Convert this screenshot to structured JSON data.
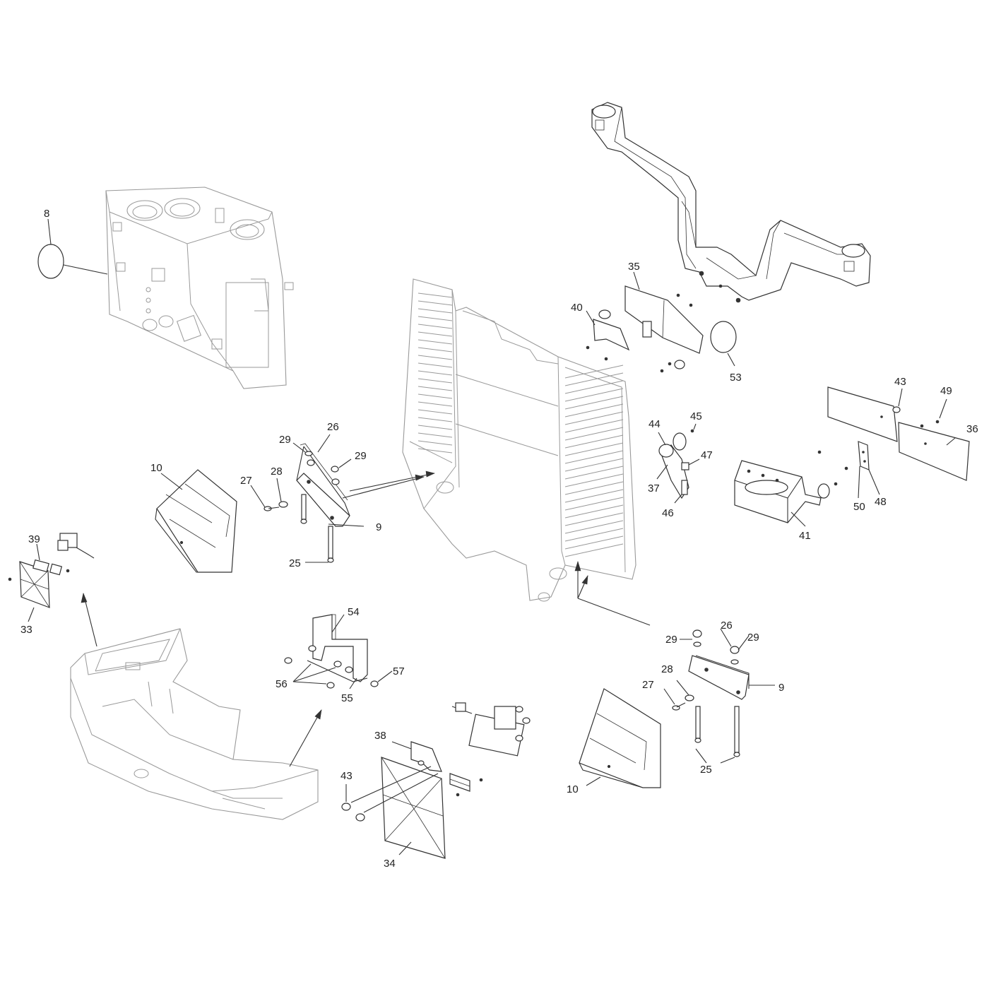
{
  "callouts": [
    {
      "id": "c8",
      "text": "8"
    },
    {
      "id": "c10a",
      "text": "10"
    },
    {
      "id": "c10b",
      "text": "10"
    },
    {
      "id": "c9a",
      "text": "9"
    },
    {
      "id": "c9b",
      "text": "9"
    },
    {
      "id": "c25a",
      "text": "25"
    },
    {
      "id": "c25b",
      "text": "25"
    },
    {
      "id": "c26a",
      "text": "26"
    },
    {
      "id": "c26b",
      "text": "26"
    },
    {
      "id": "c27a",
      "text": "27"
    },
    {
      "id": "c27b",
      "text": "27"
    },
    {
      "id": "c28a",
      "text": "28"
    },
    {
      "id": "c28b",
      "text": "28"
    },
    {
      "id": "c29a",
      "text": "29"
    },
    {
      "id": "c29b",
      "text": "29"
    },
    {
      "id": "c29c",
      "text": "29"
    },
    {
      "id": "c29d",
      "text": "29"
    },
    {
      "id": "c33",
      "text": "33"
    },
    {
      "id": "c34",
      "text": "34"
    },
    {
      "id": "c35",
      "text": "35"
    },
    {
      "id": "c36",
      "text": "36"
    },
    {
      "id": "c37",
      "text": "37"
    },
    {
      "id": "c38",
      "text": "38"
    },
    {
      "id": "c39",
      "text": "39"
    },
    {
      "id": "c40",
      "text": "40"
    },
    {
      "id": "c41",
      "text": "41"
    },
    {
      "id": "c43a",
      "text": "43"
    },
    {
      "id": "c43b",
      "text": "43"
    },
    {
      "id": "c44",
      "text": "44"
    },
    {
      "id": "c45",
      "text": "45"
    },
    {
      "id": "c46",
      "text": "46"
    },
    {
      "id": "c47",
      "text": "47"
    },
    {
      "id": "c48",
      "text": "48"
    },
    {
      "id": "c49",
      "text": "49"
    },
    {
      "id": "c50",
      "text": "50"
    },
    {
      "id": "c53",
      "text": "53"
    },
    {
      "id": "c54",
      "text": "54"
    },
    {
      "id": "c55",
      "text": "55"
    },
    {
      "id": "c56",
      "text": "56"
    },
    {
      "id": "c57",
      "text": "57"
    }
  ]
}
